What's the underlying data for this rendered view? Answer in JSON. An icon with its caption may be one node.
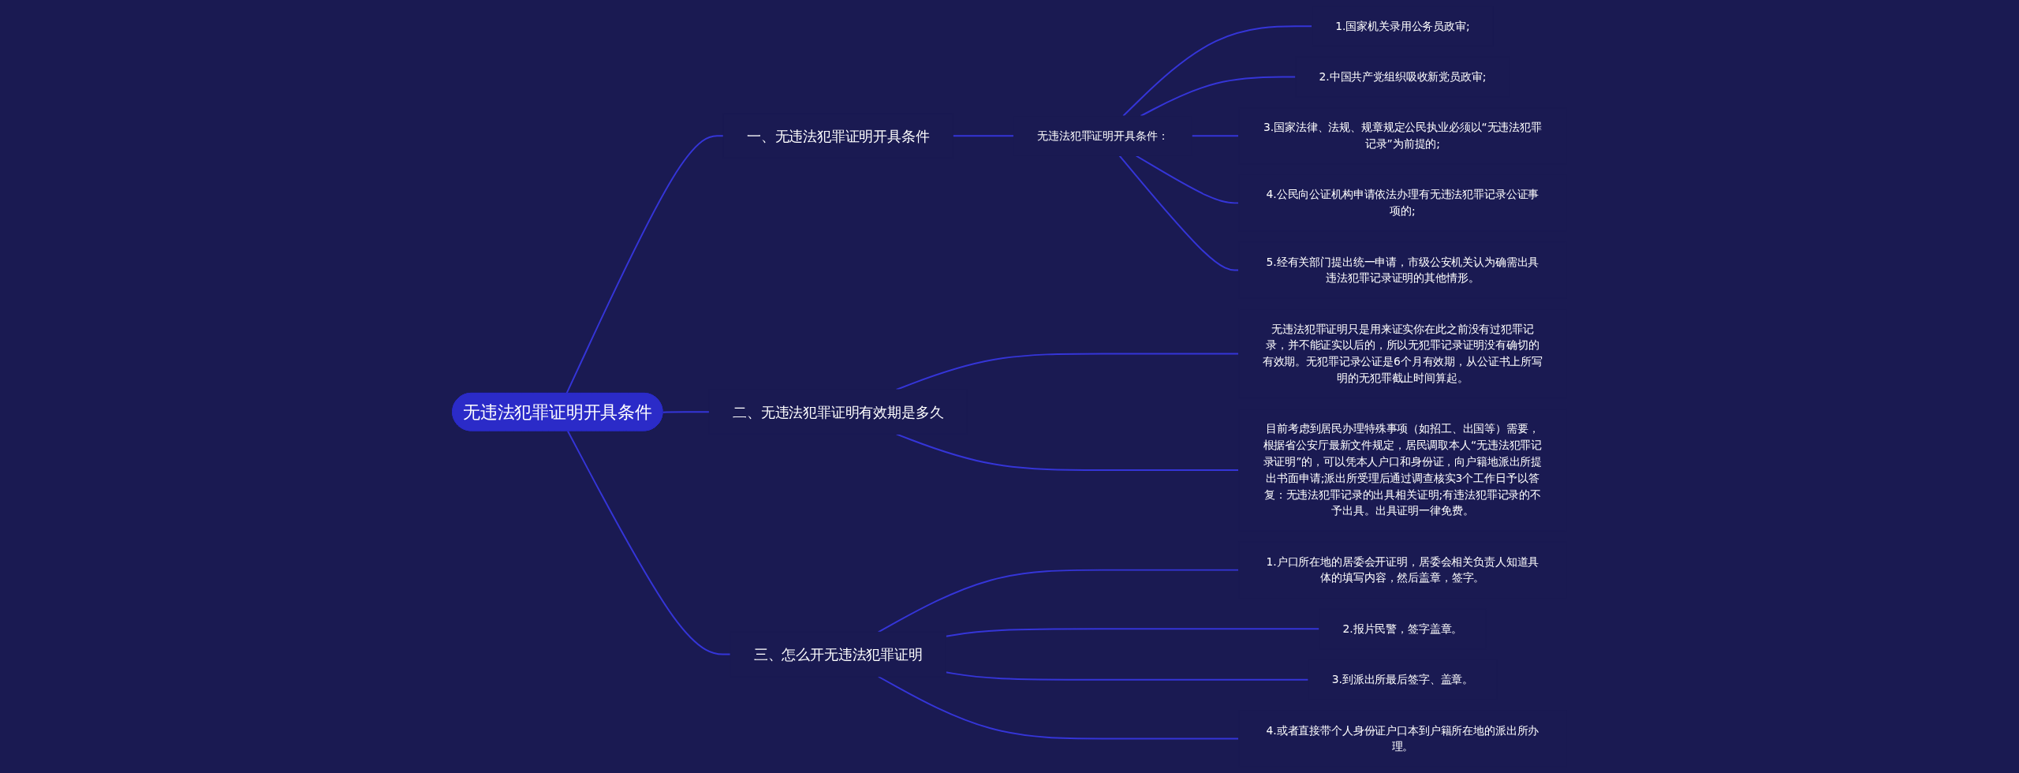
{
  "diagram": {
    "nodes": [
      {
        "text": [
          "无违法犯罪证明开具条件"
        ]
      },
      {
        "text": [
          "一、无违法犯罪证明开具条件"
        ]
      },
      {
        "text": [
          "无违法犯罪证明开具条件："
        ]
      },
      {
        "text": [
          "1.国家机关录用公务员政审;"
        ]
      },
      {
        "text": [
          "2.中国共产党组织吸收新党员政审;"
        ]
      },
      {
        "text": [
          "3.国家法律、法规、规章规定公民执业必须以“无违法犯罪记录”为前提的;"
        ]
      },
      {
        "text": [
          "4.公民向公证机构申请依法办理有无违法犯罪记录公证事项的;"
        ]
      },
      {
        "text": [
          "5.经有关部门提出统一申请，市级公安机关认为确需出具违法犯罪记录证明的其他情形。"
        ]
      },
      {
        "text": [
          "二、无违法犯罪证明有效期是多久"
        ]
      },
      {
        "text": [
          "无违法犯罪证明只是用来证实你在此之前没有过犯罪记录，并不能证实以后的，所以无犯罪记录证明没有确切的有效期。无犯罪记录公证是6个月有效期，从公证书上所写明的无犯罪截止时间算起。"
        ]
      },
      {
        "text": [
          "目前考虑到居民办理特殊事项（如招工、出国等）需要，根据省公安厅最新文件规定，居民调取本人“无违法犯罪记录证明”的，可以凭本人户口和身份证，向户籍地派出所提出书面申请;派出所受理后通过调查核实3个工作日予以答复：无违法犯罪记录的出具相关证明;有违法犯罪记录的不予出具。出具证明一律免费。"
        ]
      },
      {
        "text": [
          "三、怎么开无违法犯罪证明"
        ]
      },
      {
        "text": [
          "1.户口所在地的居委会开证明，居委会相关负责人知道具体的填写内容，然后盖章，签字。"
        ]
      },
      {
        "text": [
          "2.报片民警，签字盖章。"
        ]
      },
      {
        "text": [
          "3.到派出所最后签字、盖章。"
        ]
      },
      {
        "text": [
          "4.或者直接带个人身份证户口本到户籍所在地的派出所办理。"
        ]
      }
    ],
    "edges": [
      {
        "from": 0,
        "to": 1,
        "arrow": "none"
      },
      {
        "from": 1,
        "to": 2,
        "arrow": "none"
      },
      {
        "from": 2,
        "to": 3,
        "arrow": "none"
      },
      {
        "from": 2,
        "to": 4,
        "arrow": "none"
      },
      {
        "from": 2,
        "to": 5,
        "arrow": "none"
      },
      {
        "from": 2,
        "to": 6,
        "arrow": "none"
      },
      {
        "from": 2,
        "to": 7,
        "arrow": "none"
      },
      {
        "from": 0,
        "to": 8,
        "arrow": "none"
      },
      {
        "from": 8,
        "to": 9,
        "arrow": "none"
      },
      {
        "from": 8,
        "to": 10,
        "arrow": "none"
      },
      {
        "from": 0,
        "to": 11,
        "arrow": "none"
      },
      {
        "from": 11,
        "to": 12,
        "arrow": "none"
      },
      {
        "from": 11,
        "to": 13,
        "arrow": "none"
      },
      {
        "from": 11,
        "to": 14,
        "arrow": "none"
      },
      {
        "from": 11,
        "to": 15,
        "arrow": "none"
      }
    ]
  }
}
